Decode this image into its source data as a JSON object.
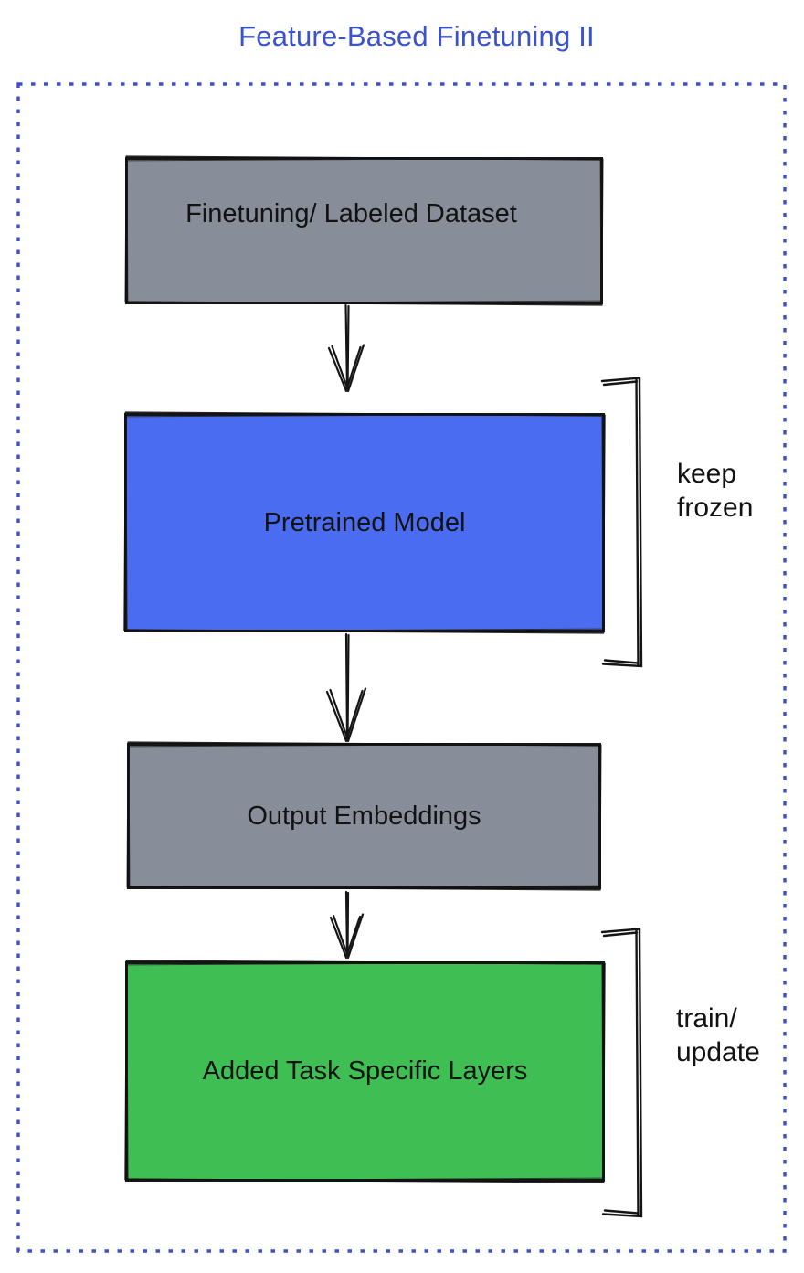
{
  "title": "Feature-Based Finetuning II",
  "colors": {
    "title_blue": "#3a52cb",
    "dashed_border_blue": "#3a51c9",
    "node_gray": "#878e99",
    "node_blue": "#4a6cf0",
    "node_green": "#3fbe53",
    "stroke_black": "#151515"
  },
  "nodes": [
    {
      "id": "finetuning-dataset",
      "label": "Finetuning/ Labeled Dataset",
      "fill": "gray"
    },
    {
      "id": "pretrained-model",
      "label": "Pretrained Model",
      "fill": "blue"
    },
    {
      "id": "output-embeddings",
      "label": "Output Embeddings",
      "fill": "gray"
    },
    {
      "id": "task-specific-layers",
      "label": "Added Task Specific Layers",
      "fill": "green"
    }
  ],
  "edges": [
    {
      "from": "finetuning-dataset",
      "to": "pretrained-model"
    },
    {
      "from": "pretrained-model",
      "to": "output-embeddings"
    },
    {
      "from": "output-embeddings",
      "to": "task-specific-layers"
    }
  ],
  "annotations": [
    {
      "target": "pretrained-model",
      "line1": "keep",
      "line2": "frozen"
    },
    {
      "target": "task-specific-layers",
      "line1": "train/",
      "line2": "update"
    }
  ]
}
